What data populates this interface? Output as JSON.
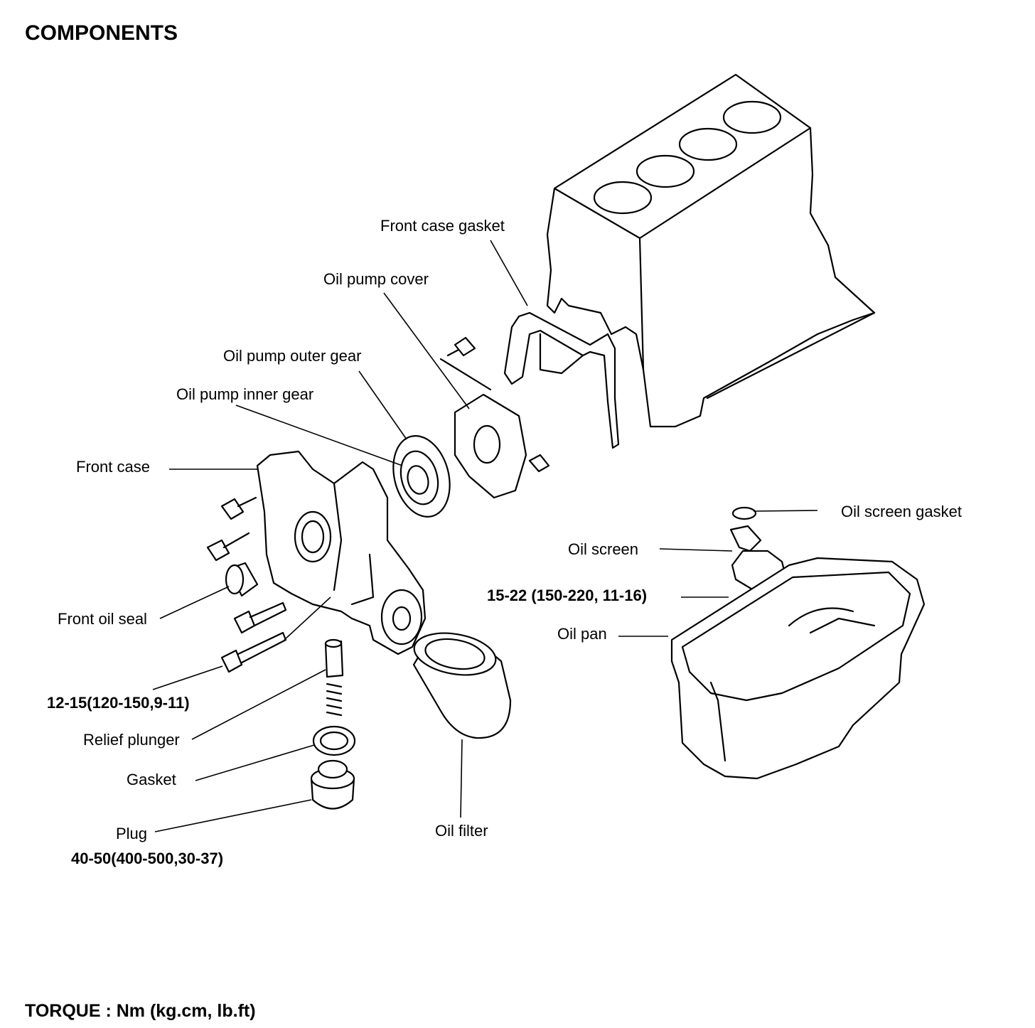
{
  "title": "COMPONENTS",
  "footer": "TORQUE : Nm (kg.cm, lb.ft)",
  "labels": {
    "front_case_gasket": "Front case gasket",
    "oil_pump_cover": "Oil pump cover",
    "oil_pump_outer_gear": "Oil pump outer gear",
    "oil_pump_inner_gear": "Oil pump inner gear",
    "front_case": "Front case",
    "front_oil_seal": "Front oil seal",
    "bolt_torque": "12-15(120-150,9-11)",
    "relief_plunger": "Relief plunger",
    "gasket": "Gasket",
    "plug": "Plug",
    "plug_torque": "40-50(400-500,30-37)",
    "oil_filter": "Oil filter",
    "oil_screen_gasket": "Oil screen gasket",
    "oil_screen": "Oil screen",
    "oil_pan_torque": "15-22  (150-220, 11-16)",
    "oil_pan": "Oil pan"
  }
}
